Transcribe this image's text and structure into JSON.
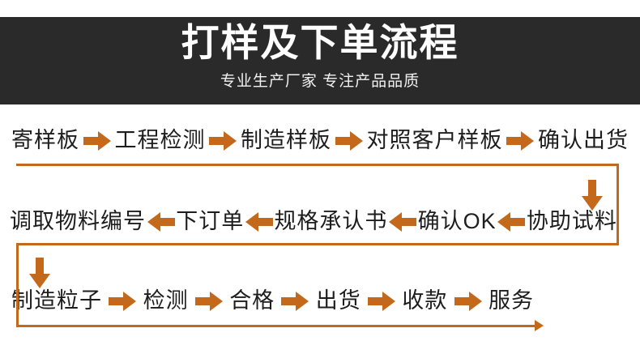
{
  "banner": {
    "title": "打样及下单流程",
    "subtitle": "专业生产厂家 专注产品品质",
    "background_color": "#2a2a2a",
    "text_color": "#ffffff"
  },
  "theme": {
    "accent_color": "#c4691c",
    "page_background": "#ffffff",
    "node_text_color": "#1d1d1d"
  },
  "flow": {
    "rows": [
      {
        "direction": "left-to-right",
        "nodes": [
          "寄样板",
          "工程检测",
          "制造样板",
          "对照客户样板",
          "确认出货"
        ],
        "arrow_icon": "arrow-right-icon"
      },
      {
        "direction": "right-to-left",
        "nodes": [
          "调取物料编号",
          "下订单",
          "规格承认书",
          "确认OK",
          "协助试料"
        ],
        "arrow_icon": "arrow-left-icon"
      },
      {
        "direction": "left-to-right",
        "nodes": [
          "制造粒子",
          "检测",
          "合格",
          "出货",
          "收款",
          "服务"
        ],
        "arrow_icon": "arrow-right-icon"
      }
    ],
    "connectors": [
      {
        "name": "row1-to-row2",
        "icon": "arrow-down-icon",
        "side": "right"
      },
      {
        "name": "row2-to-row3",
        "icon": "arrow-down-icon",
        "side": "left"
      }
    ]
  }
}
